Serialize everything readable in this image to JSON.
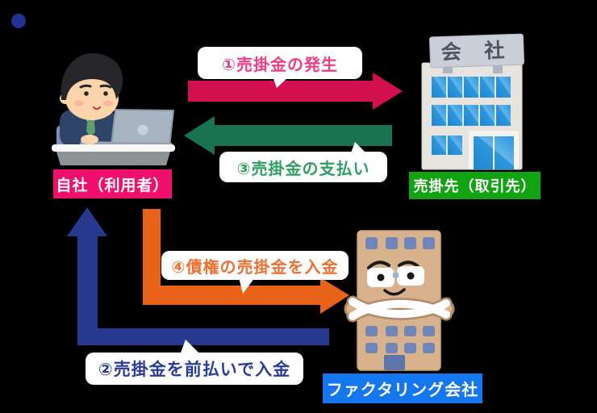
{
  "diagram": {
    "background": "#000000",
    "bullet_color": "#233293"
  },
  "actors": {
    "user": {
      "label": "自社（利用者）",
      "label_bg": "#F0106B",
      "label_fg": "#FFFFFF"
    },
    "client": {
      "label": "売掛先（取引先）",
      "label_bg": "#12A312",
      "label_fg": "#FFFFFF",
      "building_sign": "会 社"
    },
    "factoring": {
      "label": "ファクタリング会社",
      "label_bg": "#1577F0",
      "label_fg": "#FFFFFF"
    }
  },
  "flows": [
    {
      "step": 1,
      "label": "①売掛金の発生",
      "direction": "自社 → 売掛先",
      "arrow_color": "#D3104F",
      "text_color": "#F03C87"
    },
    {
      "step": 2,
      "label": "②売掛金を前払いで入金",
      "direction": "ファクタリング会社 → 自社",
      "arrow_color": "#27388F",
      "text_color": "#2B3C96"
    },
    {
      "step": 3,
      "label": "③売掛金の支払い",
      "direction": "売掛先 → 自社",
      "arrow_color": "#1A7350",
      "text_color": "#2E9E63"
    },
    {
      "step": 4,
      "label": "④債権の売掛金を入金",
      "direction": "自社 → ファクタリング会社",
      "arrow_color": "#E8621A",
      "text_color": "#ED7030"
    }
  ]
}
